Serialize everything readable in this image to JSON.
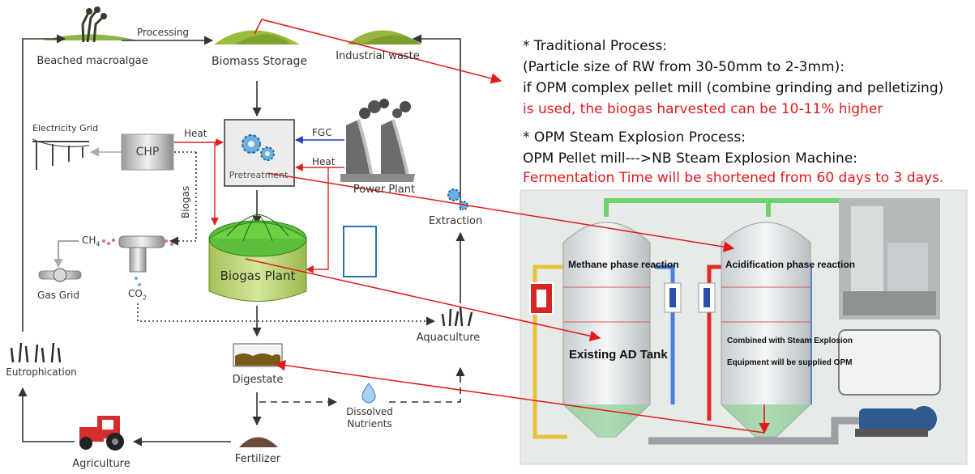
{
  "diagram": {
    "nodes": {
      "beached_macroalgae": "Beached macroalgae",
      "processing": "Processing",
      "biomass_storage": "Biomass Storage",
      "industrial_waste": "Industrial waste",
      "electricity_grid": "Electricity Grid",
      "chp": "CHP",
      "heat_top": "Heat",
      "fgc": "FGC",
      "heat_right": "Heat",
      "pretreatment": "Pretreatment",
      "power_plant": "Power Plant",
      "biogas_vertical": "Biogas",
      "ch4": "CH",
      "ch4_sub": "4",
      "co2": "CO",
      "co2_sub": "2",
      "gas_grid": "Gas Grid",
      "biogas_plant": "Biogas Plant",
      "extraction": "Extraction",
      "aquaculture": "Aquaculture",
      "eutrophication": "Eutrophication",
      "digestate": "Digestate",
      "dissolved_nutrients_1": "Dissolved",
      "dissolved_nutrients_2": "Nutrients",
      "fertilizer": "Fertilizer",
      "agriculture": "Agriculture"
    },
    "colors": {
      "arrow": "#333333",
      "heat_arrow": "#e02020",
      "fgc_arrow": "#2040c0",
      "chp_arrow": "#aaaaaa",
      "annotation_arrow": "#e01b1b",
      "grass": "#7fae3a",
      "tank": "#b9d46a",
      "dome": "#5cbf3c"
    }
  },
  "notes": {
    "line1": "* Traditional Process:",
    "line2": "(Particle size of RW from 30-50mm to 2-3mm):",
    "line3": "if OPM complex pellet mill (combine grinding and pelletizing)",
    "line4": "is used, the biogas harvested can be 10-11% higher",
    "line5": "* OPM Steam Explosion Process:",
    "line6": "OPM Pellet mill--->NB Steam Explosion Machine:",
    "line7": "Fermentation Time will be shortened from 60 days to 3 days."
  },
  "photo": {
    "methane": "Methane phase reaction",
    "acidification": "Acidification phase reaction",
    "existing": "Existing AD Tank",
    "combined_1": "Combined with Steam Explosion",
    "combined_2": "Equipment will be supplied OPM"
  }
}
